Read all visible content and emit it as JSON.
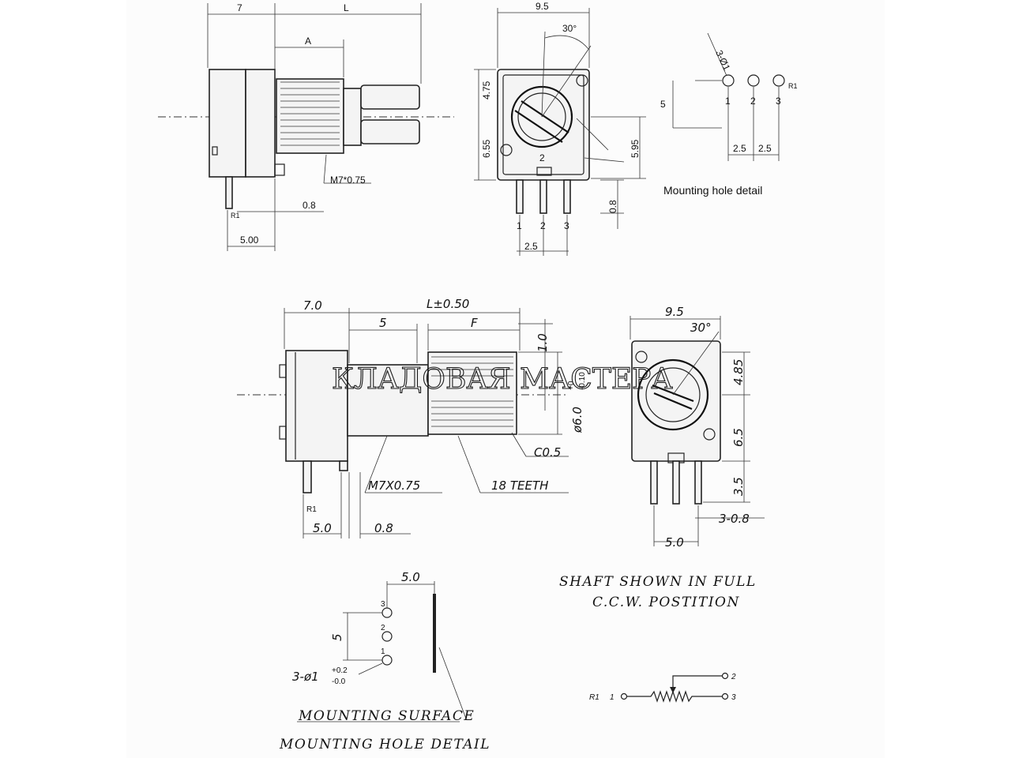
{
  "top_left": {
    "dim_7": "7",
    "dim_L": "L",
    "dim_A": "A",
    "thread": "M7*0.75",
    "pin_label": "R1",
    "dim_08": "0.8",
    "dim_500": "5.00"
  },
  "top_mid": {
    "dim_95": "9.5",
    "angle": "30°",
    "dim_475": "4.75",
    "dim_655": "6.55",
    "dim_595": "5.95",
    "dim_08": "0.8",
    "dim_25": "2.5",
    "pin_2": "2",
    "pin_1": "1",
    "pin_3": "3"
  },
  "top_right": {
    "holes": "3-Ø1",
    "dim_5": "5",
    "dim_25a": "2.5",
    "dim_25b": "2.5",
    "r1": "R1",
    "pins": [
      "1",
      "2",
      "3"
    ],
    "caption": "Mounting hole detail"
  },
  "mid_left": {
    "dim_70": "7.0",
    "dim_L": "L±0.50",
    "dim_5": "5",
    "dim_F": "F",
    "dim_10": "1.0",
    "dia": "ø6.0",
    "tol_hi": "+0",
    "tol_lo": "-0.10",
    "chamfer": "C0.5",
    "thread": "M7X0.75",
    "teeth": "18 TEETH",
    "r1": "R1",
    "dim_50": "5.0",
    "dim_08": "0.8"
  },
  "mid_right": {
    "dim_95": "9.5",
    "angle": "30°",
    "dim_485": "4.85",
    "dim_65": "6.5",
    "dim_35": "3.5",
    "pins": "3-0.8",
    "dim_50": "5.0"
  },
  "watermark": "КЛАДОВАЯ МАСТЕРА",
  "bottom_left": {
    "dim_50": "5.0",
    "dim_5": "5",
    "holes": "3-ø1",
    "tol_hi": "+0.2",
    "tol_lo": "-0.0",
    "pins": [
      "3",
      "2",
      "1"
    ],
    "surface": "MOUNTING SURFACE",
    "caption": "MOUNTING HOLE DETAIL"
  },
  "bottom_right": {
    "note1": "SHAFT SHOWN IN FULL",
    "note2": "C.C.W. POSTITION",
    "r1": "R1",
    "p1": "1",
    "p2": "2",
    "p3": "3"
  }
}
